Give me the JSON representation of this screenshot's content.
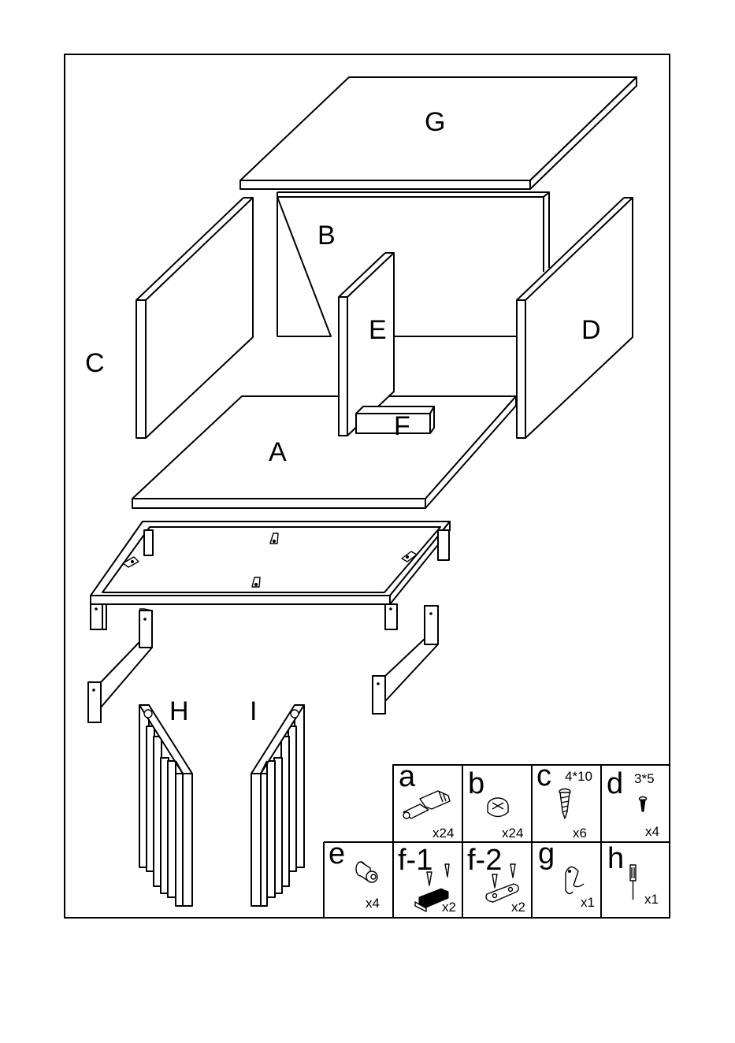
{
  "panels": [
    {
      "id": "G",
      "label": "G"
    },
    {
      "id": "B",
      "label": "B"
    },
    {
      "id": "C",
      "label": "C"
    },
    {
      "id": "D",
      "label": "D"
    },
    {
      "id": "E",
      "label": "E"
    },
    {
      "id": "F",
      "label": "F"
    },
    {
      "id": "A",
      "label": "A"
    },
    {
      "id": "H",
      "label": "H"
    },
    {
      "id": "I",
      "label": "I"
    }
  ],
  "hardware": [
    {
      "id": "a",
      "letter": "a",
      "size": "",
      "qty": "x24",
      "icon": "cam-bolt-icon"
    },
    {
      "id": "b",
      "letter": "b",
      "size": "",
      "qty": "x24",
      "icon": "cam-lock-icon"
    },
    {
      "id": "c",
      "letter": "c",
      "size": "4*10",
      "qty": "x6",
      "icon": "wood-screw-icon"
    },
    {
      "id": "d",
      "letter": "d",
      "size": "3*5",
      "qty": "x4",
      "icon": "small-screw-icon"
    },
    {
      "id": "e",
      "letter": "e",
      "size": "",
      "qty": "x4",
      "icon": "dowel-knob-icon"
    },
    {
      "id": "f-1",
      "letter": "f-1",
      "size": "",
      "qty": "x2",
      "icon": "magnetic-catch-icon"
    },
    {
      "id": "f-2",
      "letter": "f-2",
      "size": "",
      "qty": "x2",
      "icon": "strike-plate-icon"
    },
    {
      "id": "g",
      "letter": "g",
      "size": "",
      "qty": "x1",
      "icon": "hook-icon"
    },
    {
      "id": "h",
      "letter": "h",
      "size": "",
      "qty": "x1",
      "icon": "screwdriver-icon"
    }
  ]
}
